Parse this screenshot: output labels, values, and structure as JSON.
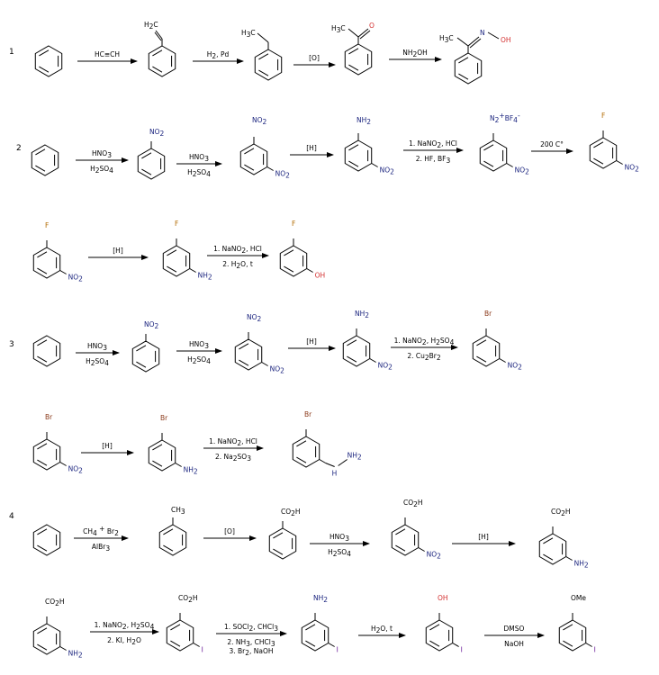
{
  "section_numbers": [
    "1",
    "2",
    "3",
    "4"
  ],
  "groups": {
    "NO2": "NO2",
    "NH2": "NH2",
    "F": "F",
    "OH": "OH",
    "Br": "Br",
    "I": "I",
    "CO2H": "CO2H",
    "CH3": "CH3",
    "OMe": "OMe",
    "O": "O",
    "N": "N",
    "H": "H",
    "H3C": "H3C",
    "N2plus": "N2+BF4-"
  },
  "conditions": {
    "r1a_top": "HC≡CH",
    "r1b_top": "H2, Pd",
    "r1c_top": "[O]",
    "r1d_top": "NH2OH",
    "nitration_top": "HNO3",
    "nitration_bot": "H2SO4",
    "reduction_top": "[H]",
    "diazo_hcl": "1. NaNO2, HCl",
    "schiemann_bot": "2. HF, BF3",
    "heat_top": "200 C°",
    "hydrolysis_bot": "2. H2O, t",
    "diazo_h2so4": "1. NaNO2, H2SO4",
    "sandmeyer_bot": "2. Cu2Br2",
    "hydrazine_bot": "2. Na2SO3",
    "alkylation_top": "CH4 + Br2",
    "alkylation_bot": "AlBr3",
    "iodo_bot": "2. KI, H2O",
    "hof_1": "1. SOCl2, CHCl3",
    "hof_2": "2. NH3, CHCl3",
    "hof_3": "3. Br2, NaOH",
    "phenol_top": "H2O, t",
    "methyl_top": "DMSO",
    "methyl_bot": "NaOH"
  }
}
